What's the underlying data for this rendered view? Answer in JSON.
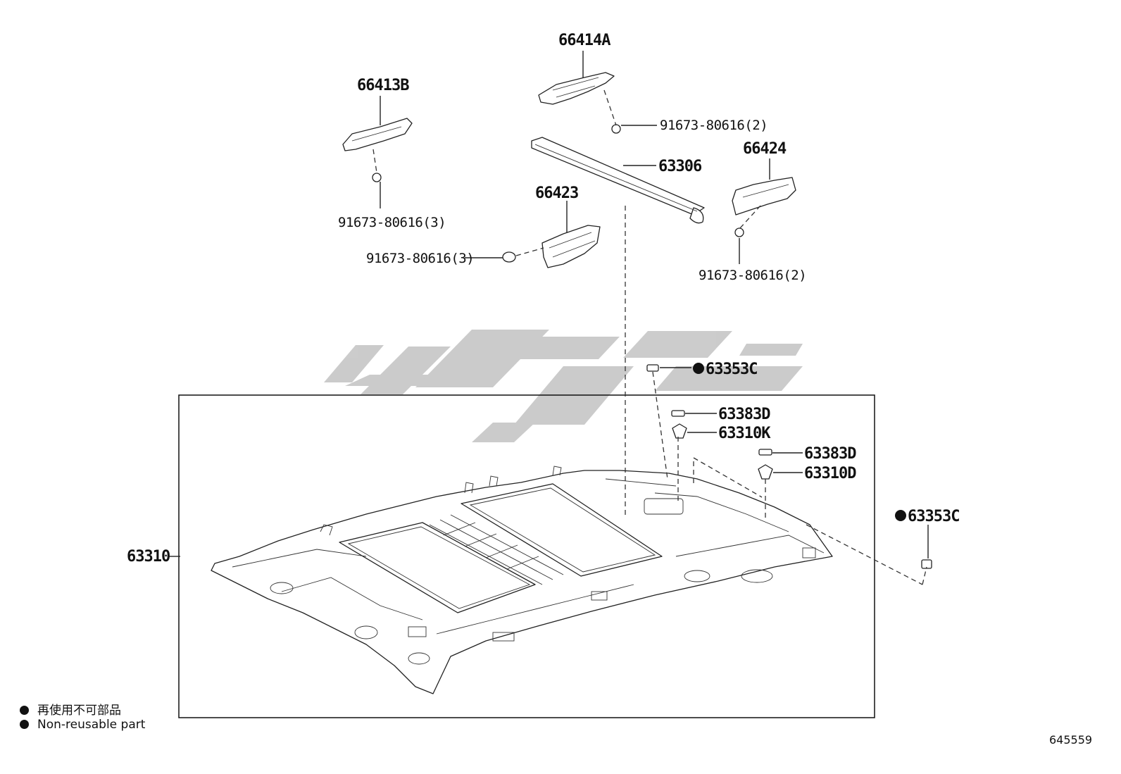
{
  "diagram_number": "645559",
  "legend": {
    "japanese": "再使用不可部品",
    "english": "Non-reusable part"
  },
  "watermark_text": "تویوتا پارت",
  "labels": {
    "p66414A": "66414A",
    "p66413B": "66413B",
    "p66424": "66424",
    "p66423": "66423",
    "p63306": "63306",
    "p63310": "63310",
    "bolt_66414A": "91673-80616(2)",
    "bolt_66413B": "91673-80616(3)",
    "bolt_66423": "91673-80616(3)",
    "bolt_66424": "91673-80616(2)",
    "p63353C_top": "63353C",
    "p63383D_1": "63383D",
    "p63310K": "63310K",
    "p63383D_2": "63383D",
    "p63310D": "63310D",
    "p63353C_right": "63353C"
  }
}
